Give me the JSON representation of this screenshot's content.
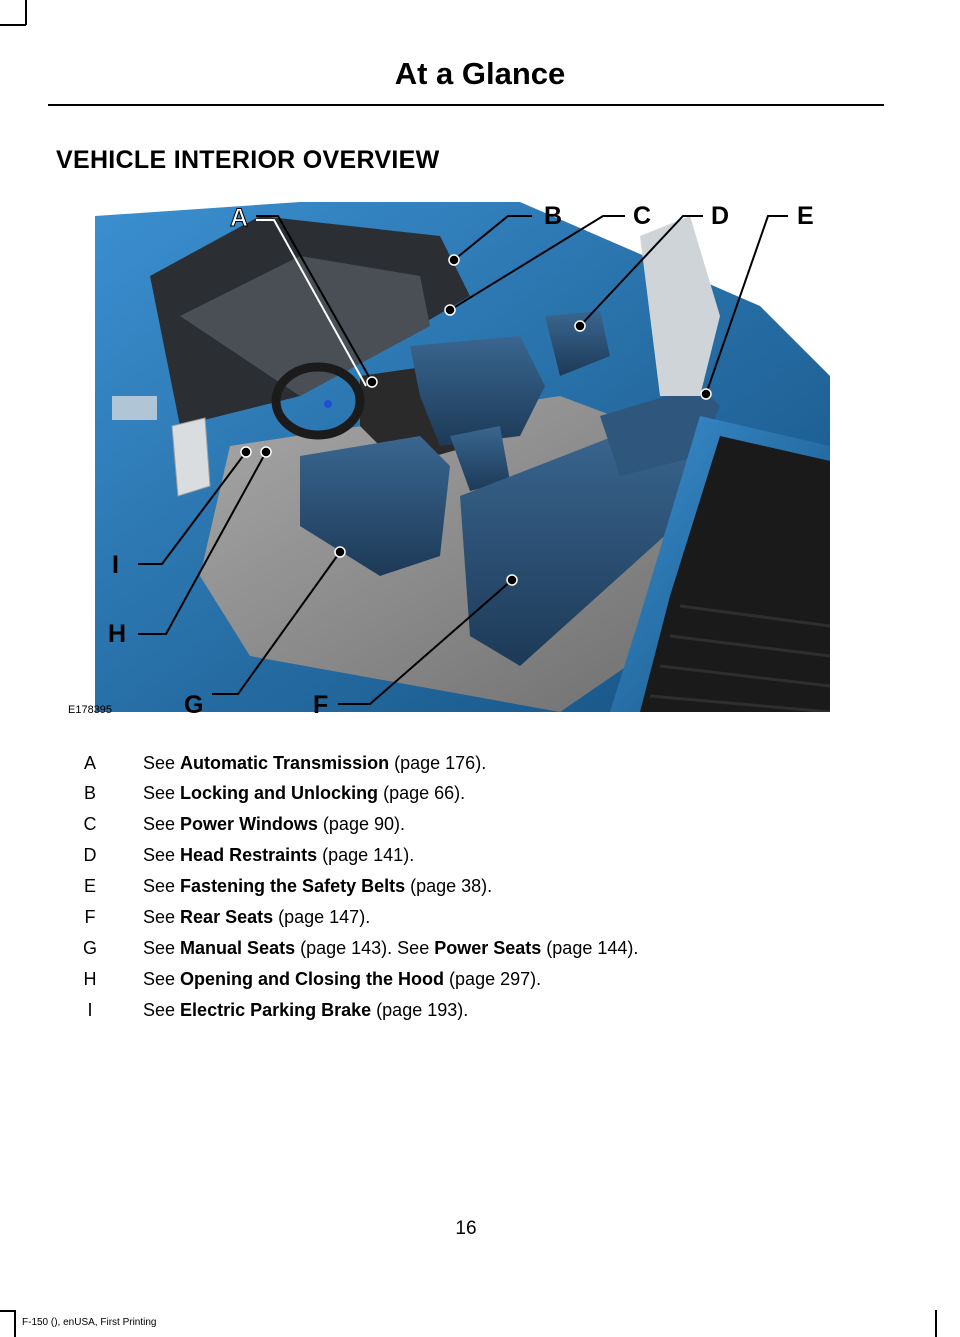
{
  "header": {
    "title": "At a Glance"
  },
  "section_title": "VEHICLE INTERIOR OVERVIEW",
  "figure": {
    "id_label": "E178395",
    "callouts": [
      "A",
      "B",
      "C",
      "D",
      "E",
      "F",
      "G",
      "H",
      "I"
    ]
  },
  "legend": [
    {
      "key": "A",
      "see": "See",
      "topic": "Automatic Transmission",
      "page": "(page 176)."
    },
    {
      "key": "B",
      "see": "See",
      "topic": "Locking and Unlocking",
      "page": "(page 66)."
    },
    {
      "key": "C",
      "see": "See",
      "topic": "Power Windows",
      "page": "(page 90)."
    },
    {
      "key": "D",
      "see": "See",
      "topic": "Head Restraints",
      "page": "(page 141)."
    },
    {
      "key": "E",
      "see": "See",
      "topic": "Fastening the Safety Belts",
      "page": "(page 38)."
    },
    {
      "key": "F",
      "see": "See",
      "topic": "Rear Seats",
      "page": "(page 147)."
    },
    {
      "key": "G",
      "see": "See",
      "topic": "Manual Seats",
      "page": "(page 143).  See",
      "topic2": "Power Seats",
      "page2": "(page 144)."
    },
    {
      "key": "H",
      "see": "See",
      "topic": "Opening and Closing the Hood",
      "page": "(page 297)."
    },
    {
      "key": "I",
      "see": "See",
      "topic": "Electric Parking Brake",
      "page": "(page 193)."
    }
  ],
  "page_number": "16",
  "footer": "F-150 (), enUSA, First Printing",
  "colors": {
    "body_blue": "#1f6fb0",
    "seat_blue": "#2a4f73",
    "floor_gray": "#8e8e8e",
    "bed_black": "#1a1a1a"
  }
}
